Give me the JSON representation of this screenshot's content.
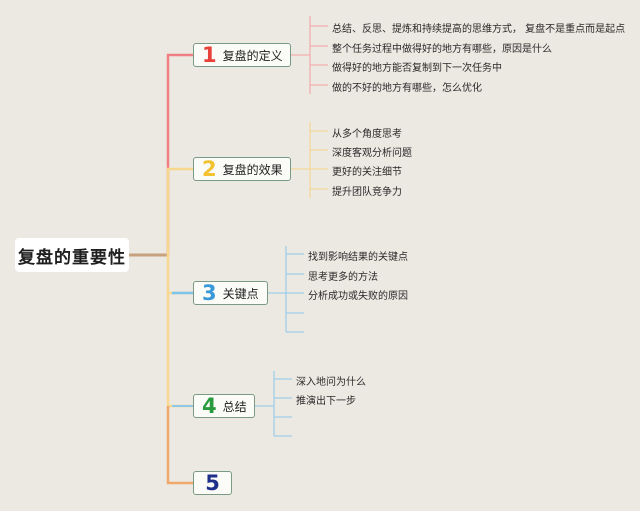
{
  "root": "复盘的重要性",
  "branches": [
    {
      "num": "1",
      "label": "复盘的定义",
      "color": "#e8413a",
      "items": [
        "总结、反思、提炼和持续提高的思维方式， 复盘不是重点而是起点",
        "整个任务过程中做得好的地方有哪些，原因是什么",
        "做得好的地方能否复制到下一次任务中",
        "做的不好的地方有哪些，怎么优化"
      ]
    },
    {
      "num": "2",
      "label": "复盘的效果",
      "color": "#f2c230",
      "items": [
        "从多个角度思考",
        "深度客观分析问题",
        "更好的关注细节",
        "提升团队竞争力"
      ]
    },
    {
      "num": "3",
      "label": "关键点",
      "color": "#3a9ad9",
      "items": [
        "找到影响结果的关键点",
        "思考更多的方法",
        "分析成功或失败的原因"
      ]
    },
    {
      "num": "4",
      "label": "总结",
      "color": "#2a9b3c",
      "items": [
        "深入地问为什么",
        "推演出下一步"
      ]
    },
    {
      "num": "5",
      "label": "",
      "color": "#1e2f8a",
      "items": []
    }
  ],
  "colors": {
    "line_red": "#f08b8b",
    "line_yellow": "#f6d58c",
    "line_blue": "#8cc8ea",
    "line_orange": "#f3b27a",
    "line_root": "#c9a47f",
    "background": "#ece8e2"
  }
}
